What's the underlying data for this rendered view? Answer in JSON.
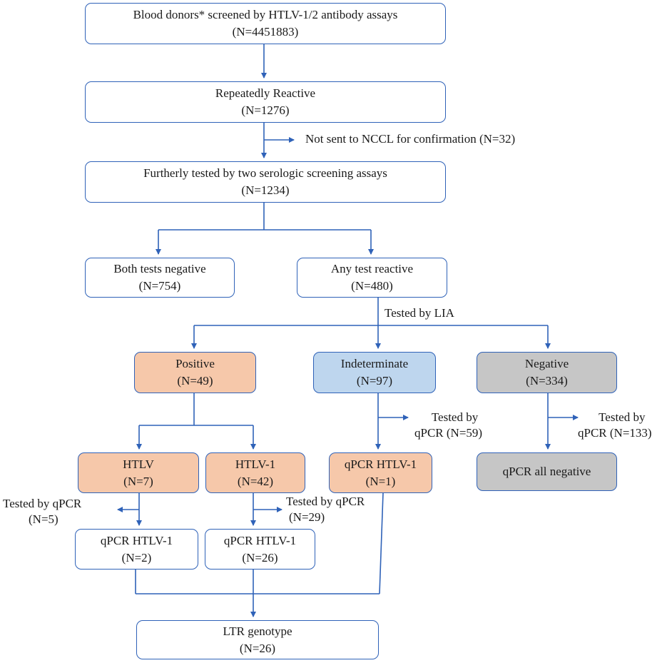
{
  "colors": {
    "line": "#2f62b8",
    "positive": "#f6c8aa",
    "indeterminate": "#bed6ee",
    "negative": "#c6c6c6"
  },
  "boxes": {
    "screened": {
      "line1": "Blood donors* screened by HTLV-1/2 antibody assays",
      "line2": "(N=4451883)"
    },
    "repeated": {
      "line1": "Repeatedly Reactive",
      "line2": "(N=1276)"
    },
    "further": {
      "line1": "Furtherly tested by two serologic screening assays",
      "line2": "(N=1234)"
    },
    "both_negative": {
      "line1": "Both tests negative",
      "line2": "(N=754)"
    },
    "any_reactive": {
      "line1": "Any test reactive",
      "line2": "(N=480)"
    },
    "positive": {
      "line1": "Positive",
      "line2": "(N=49)"
    },
    "indeterminate": {
      "line1": "Indeterminate",
      "line2": "(N=97)"
    },
    "negative": {
      "line1": "Negative",
      "line2": "(N=334)"
    },
    "htlv": {
      "line1": "HTLV",
      "line2": "(N=7)"
    },
    "htlv1": {
      "line1": "HTLV-1",
      "line2": "(N=42)"
    },
    "qpcr_ind": {
      "line1": "qPCR HTLV-1",
      "line2": "(N=1)"
    },
    "qpcr_all_neg": {
      "line1": "qPCR all negative"
    },
    "qpcr_htlv": {
      "line1": "qPCR HTLV-1",
      "line2": "(N=2)"
    },
    "qpcr_htlv1": {
      "line1": "qPCR HTLV-1",
      "line2": "(N=26)"
    },
    "ltr": {
      "line1": "LTR genotype",
      "line2": "(N=26)"
    }
  },
  "notes": {
    "not_sent": "Not sent to NCCL for confirmation (N=32)",
    "lia": "Tested by LIA",
    "qpcr_ind": {
      "line1": "Tested by",
      "line2": "qPCR (N=59)"
    },
    "qpcr_neg": {
      "line1": "Tested by",
      "line2": "qPCR (N=133)"
    },
    "qpcr_htlv": {
      "line1": "Tested by qPCR",
      "line2": "(N=5)"
    },
    "qpcr_htlv1": {
      "line1": "Tested by qPCR",
      "line2": "(N=29)"
    }
  }
}
